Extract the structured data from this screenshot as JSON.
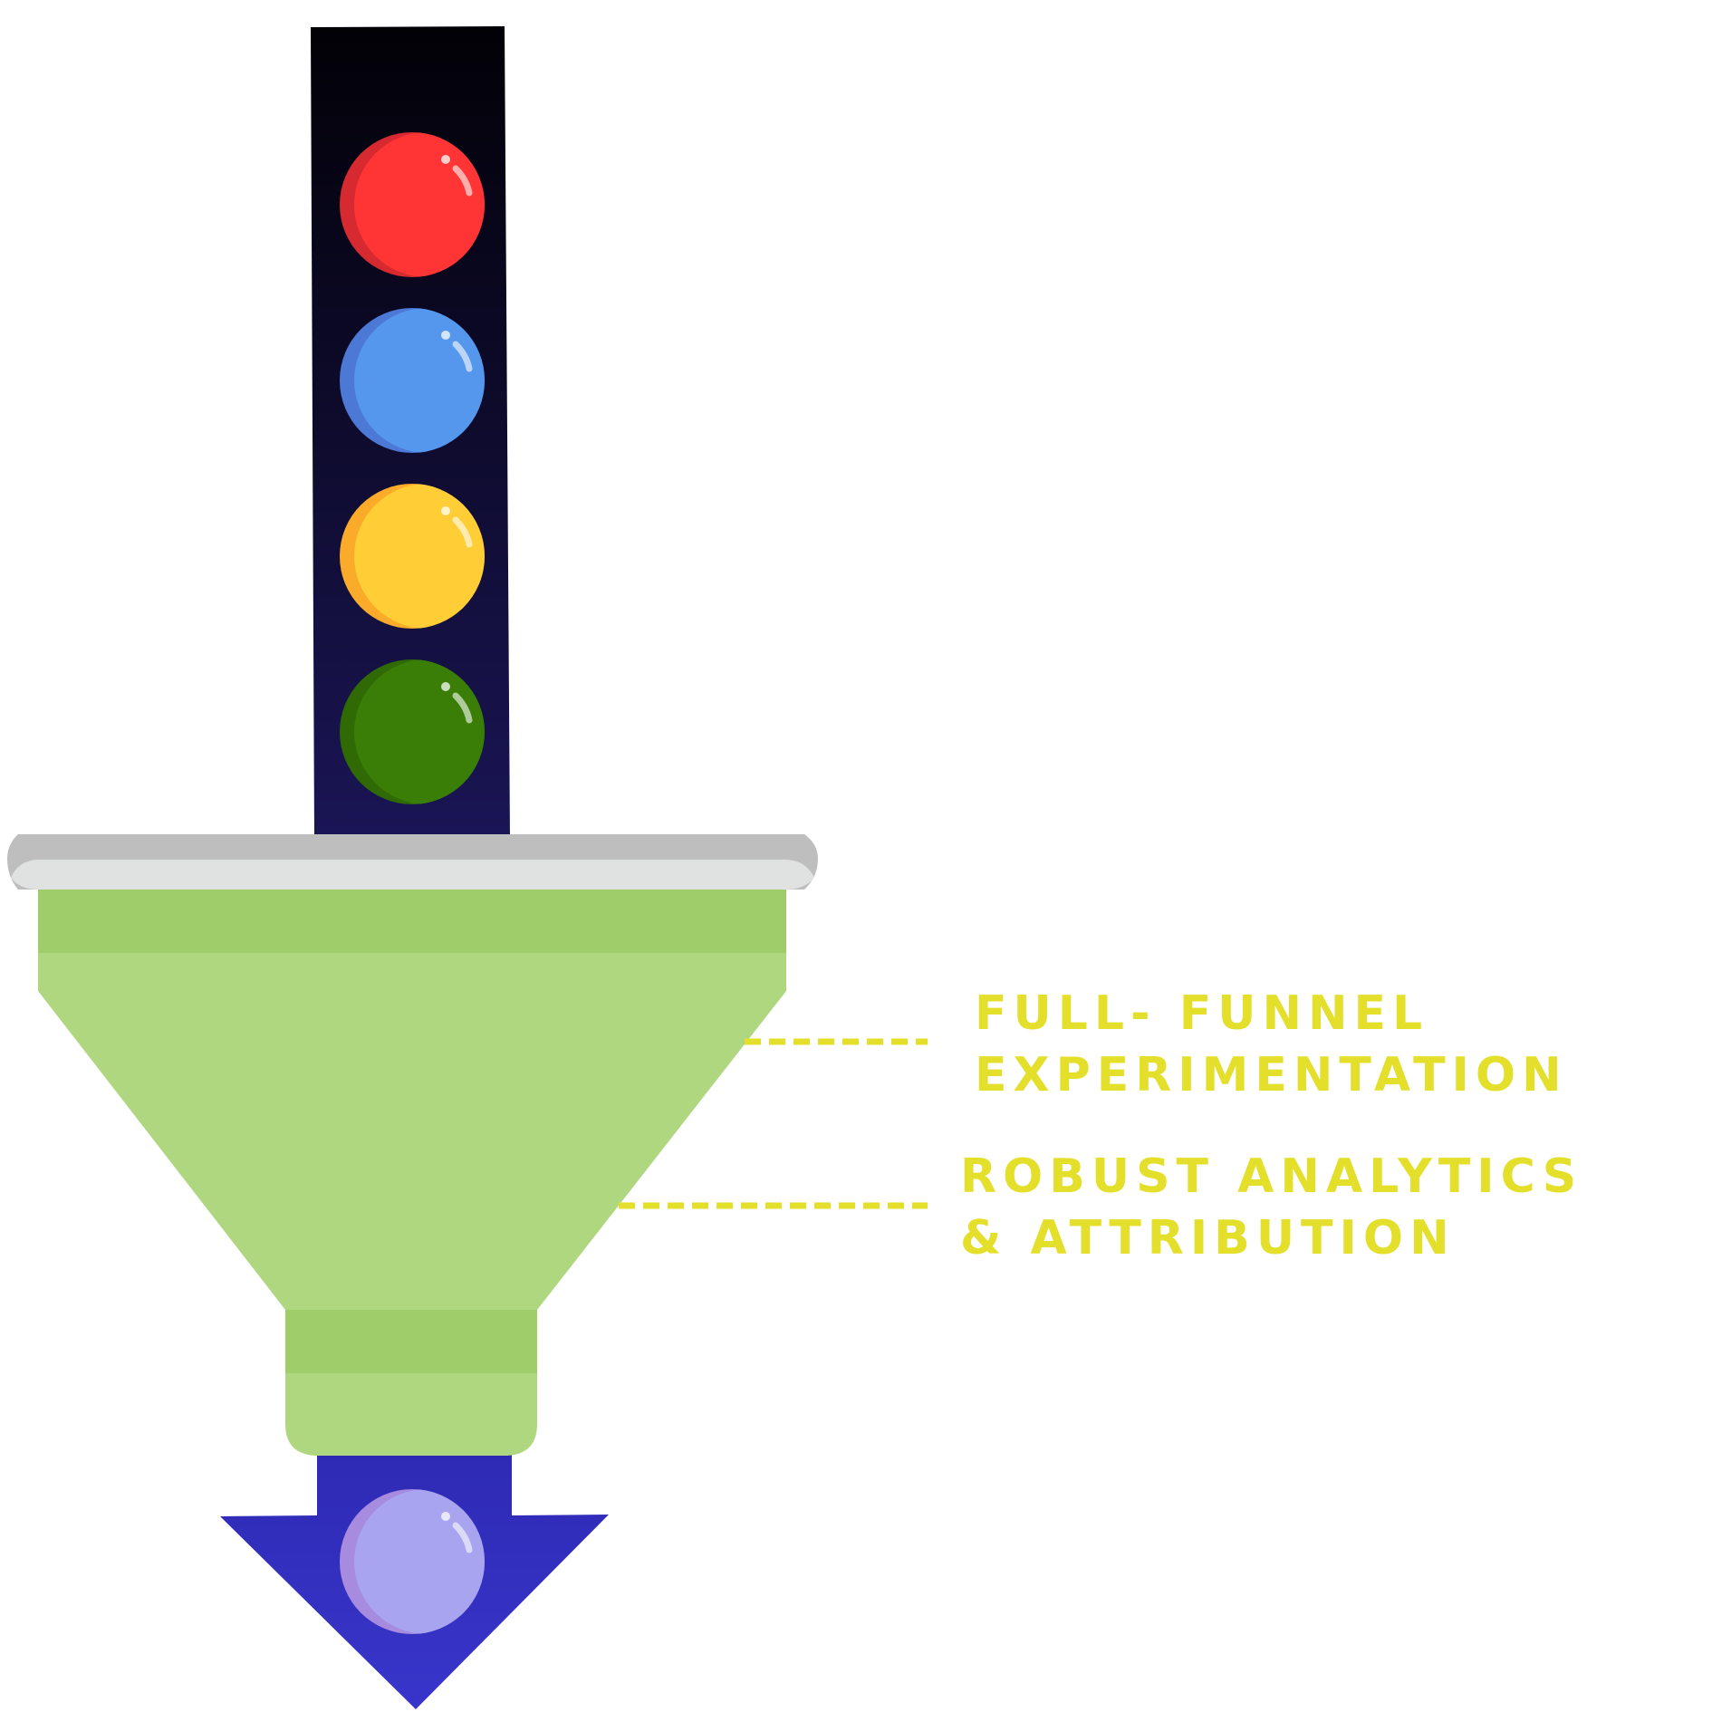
{
  "labels": [
    {
      "line1": "FULL- FUNNEL",
      "line2": "EXPERIMENTATION"
    },
    {
      "line1": "ROBUST ANALYTICS",
      "line2": "& ATTRIBUTION"
    }
  ],
  "colors": {
    "text": "#e3df2a",
    "connector": "#e3df2a",
    "tube_top": "#020106",
    "tube_bottom": "#1a1555",
    "ball_red": "#ff3535",
    "ball_red_shade": "#d72a30",
    "ball_blue": "#5497ec",
    "ball_blue_shade": "#4c78d6",
    "ball_yellow": "#ffcd36",
    "ball_yellow_shade": "#fbab2a",
    "ball_green": "#3a7e07",
    "ball_green_shade": "#2f6a05",
    "ball_purple": "#a8a4ef",
    "ball_purple_shade": "#a68bdf",
    "rim_top": "#bebebe",
    "rim_bottom": "#e0e2e1",
    "funnel_dark": "#9fcd69",
    "funnel_light": "#afd780",
    "arrow_top": "#2e2ab4",
    "arrow_bottom": "#3835cb"
  },
  "icons": [
    "red-ball-icon",
    "blue-ball-icon",
    "yellow-ball-icon",
    "green-ball-icon",
    "purple-ball-icon",
    "funnel-icon",
    "down-arrow-icon"
  ]
}
